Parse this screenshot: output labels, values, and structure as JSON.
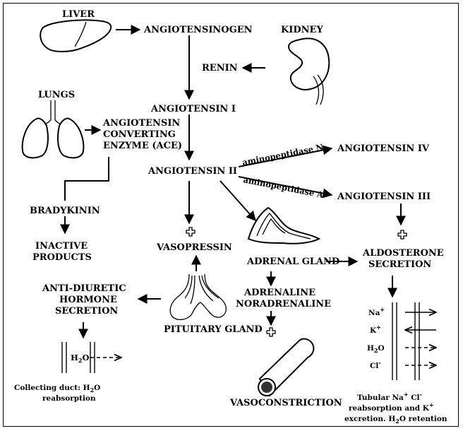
{
  "labels": {
    "liver": "LIVER",
    "angiotensinogen": "ANGIOTENSINOGEN",
    "kidney": "KIDNEY",
    "renin": "RENIN",
    "lungs": "LUNGS",
    "angiotensin_i": "ANGIOTENSIN I",
    "ace_line1": "ANGIOTENSIN",
    "ace_line2": "CONVERTING",
    "ace_line3": "ENZYME (ACE)",
    "angiotensin_ii": "ANGIOTENSIN II",
    "aminopeptidase_n": "aminopeptidase N",
    "angiotensin_iv": "ANGIOTENSIN IV",
    "aminopeptidase_a": "aminopeptidase A",
    "angiotensin_iii": "ANGIOTENSIN III",
    "bradykinin": "BRADYKININ",
    "inactive_line1": "INACTIVE",
    "inactive_line2": "PRODUCTS",
    "vasopressin": "VASOPRESSIN",
    "adrenal_gland": "ADRENAL GLAND",
    "aldosterone_line1": "ALDOSTERONE",
    "aldosterone_line2": "SECRETION",
    "adh_line1": "ANTI-DIURETIC",
    "adh_line2": "HORMONE",
    "adh_line3": "SECRETION",
    "adrenaline": "ADRENALINE",
    "noradrenaline": "NORADRENALINE",
    "pituitary_gland": "PITUITARY GLAND",
    "collecting_line1_pre": "Collecting duct: H",
    "collecting_line1_sub": "2",
    "collecting_line1_post": "O",
    "collecting_line2": "reabsorption",
    "vasoconstriction": "VASOCONSTRICTION",
    "tubular_line1_pre": "Tubular Na",
    "tubular_line1_sup1": "+",
    "tubular_line1_mid": " Cl",
    "tubular_line1_sup2": "-",
    "tubular_line2_pre": "reabsorption and K",
    "tubular_line2_sup": "+",
    "tubular_line3_pre": "excretion. H",
    "tubular_line3_sub": "2",
    "tubular_line3_post": "O retention"
  },
  "ions": {
    "na_base": "Na",
    "na_sup": "+",
    "k_base": "K",
    "k_sup": "+",
    "h2o_pre": "H",
    "h2o_sub": "2",
    "h2o_post": "O",
    "cl_base": "Cl",
    "cl_sup": "-"
  },
  "duct_water": {
    "pre": "H",
    "sub": "2",
    "post": "O"
  },
  "icons": [
    "liver-icon",
    "kidney-icon",
    "lungs-icon",
    "adrenal-gland-icon",
    "pituitary-gland-icon",
    "blood-vessel-icon",
    "plus-sign-icon"
  ]
}
